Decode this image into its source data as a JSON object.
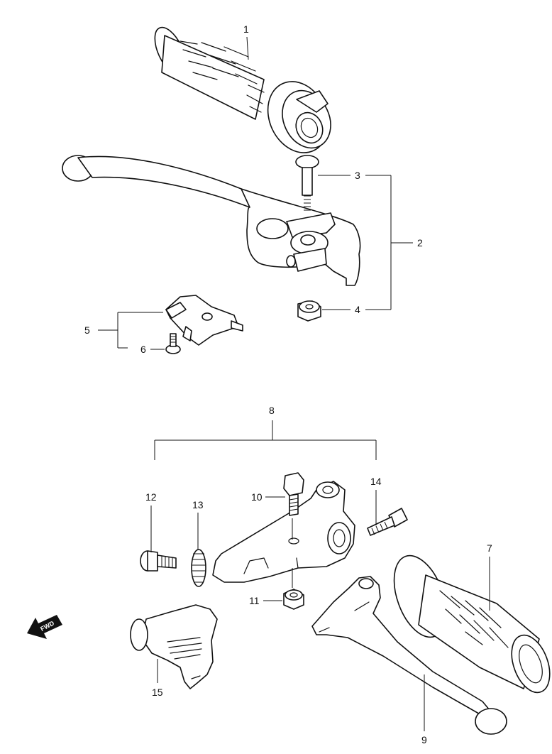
{
  "callouts": {
    "c1": "1",
    "c2": "2",
    "c3": "3",
    "c4": "4",
    "c5": "5",
    "c6": "6",
    "c7": "7",
    "c8": "8",
    "c9": "9",
    "c10": "10",
    "c11": "11",
    "c12": "12",
    "c13": "13",
    "c14": "14",
    "c15": "15"
  },
  "fwd_badge": "FWD",
  "colors": {
    "ink": "#111111",
    "paper": "#ffffff"
  },
  "icons": {
    "forward_arrow": "fwd-arrow-icon"
  }
}
